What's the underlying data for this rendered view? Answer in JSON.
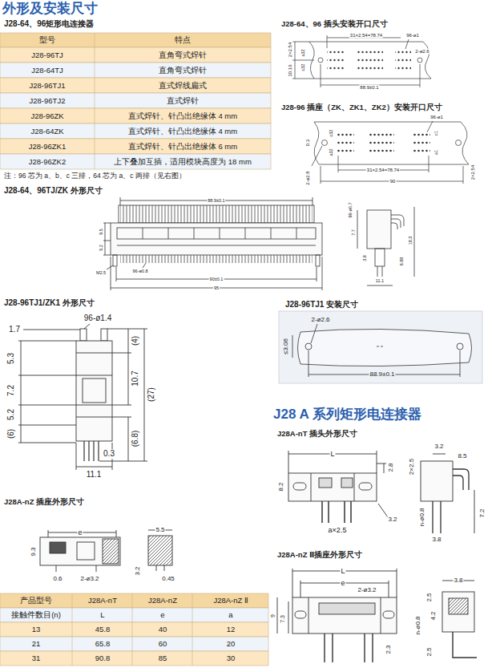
{
  "diagram": {
    "title": "外形及安装尺寸",
    "labels": [
      "J28-64、96矩形电连接器",
      "型号",
      "特点",
      "J28-96TJ",
      "直角弯式焊针",
      "J28-64TJ",
      "直角弯式焊针",
      "J28-96TJ1",
      "直式焊线扁式",
      "J28-96TJ2",
      "直式焊针",
      "J28-96ZK",
      "直式焊针、针凸出绝缘体 4 mm",
      "J28-64ZK",
      "直式焊针、针凸出绝缘体 4 mm",
      "J28-96ZK1",
      "直式焊针、针凸出绝缘体 6 mm",
      "J28-96ZK2",
      "上下叠加互插，适用模块高度为 18 mm",
      "注：96 芯为 a、b、c 三排，64 芯为 a、c 两排（见右图）",
      "J28-64、96TJ/ZK 外形尺寸",
      "J28-64、96 插头安装开口尺寸",
      "J28-96 插座（ZK、ZK1、ZK2）安装开口尺寸",
      "J28-96TJ1/ZK1 外形尺寸",
      "J28-96TJ1 安装尺寸",
      "J28 A 系列矩形电连接器",
      "J28A-nT 插头外形尺寸",
      "J28A-nZ 插座外形尺寸",
      "J28A-nZ Ⅱ插座外形尺寸",
      "31×2.54=78.74",
      "96-ø1",
      "2-ø2.6",
      "88.9±0.1",
      "2×2.54",
      "10.16",
      "a32",
      "c32",
      "96-ø1",
      "0.3",
      "c32",
      "a32",
      "c1",
      "a1",
      "2-ø2.8",
      "31×2.54=78.74",
      "90",
      "2×2.54",
      "88.9±0.1",
      "9.5",
      "5.2",
      "M2.5",
      "96-ø0.8",
      "90±0.1",
      "95",
      "96-ø0.7",
      "18.3",
      "7.7",
      "3.8",
      "6.88",
      "11.1",
      "96-ø1.4",
      "1.7",
      "5.3",
      "7.2",
      "5.2",
      "(6)",
      "0.3",
      "11.1",
      "(4)",
      "10.7",
      "(27)",
      "(6.8)",
      "2-ø2.6",
      "≤3.06",
      "88.9±0.1",
      "L",
      "2.8",
      "8.2",
      "a×2.5",
      "3.2",
      "3.2",
      "2×2.5",
      "8.5",
      "n-ø0.8",
      "7.2",
      "3.8",
      "e",
      "5.5",
      "9.3",
      "0.6",
      "2-ø3.2",
      "3.2",
      "0.45",
      "产品型号",
      "J28A-nT",
      "J28A-nZ",
      "J28A-nZ Ⅱ",
      "接触件数目(n)",
      "L",
      "e",
      "a",
      "13",
      "45.8",
      "40",
      "12",
      "21",
      "65.8",
      "60",
      "20",
      "31",
      "90.8",
      "85",
      "30",
      "L",
      "e",
      "2-ø3.2",
      "9",
      "7.3",
      "2.3",
      "n-ø0.8",
      "4.2",
      "2.5",
      "3.8",
      "2.5"
    ]
  }
}
